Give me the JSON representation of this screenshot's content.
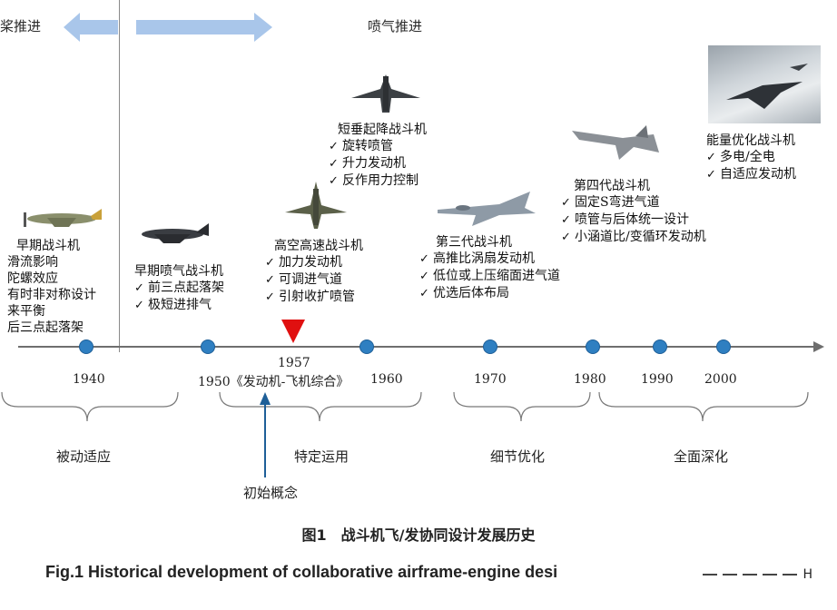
{
  "top": {
    "left_era": "桨推进",
    "right_era": "喷气推进"
  },
  "timeline": {
    "years": [
      "1940",
      "1950",
      "1957",
      "1960",
      "1970",
      "1980",
      "1990",
      "2000"
    ],
    "milestone_1950": "1950《发动机-飞机综合》"
  },
  "groups": {
    "early_fighter": {
      "title": "早期战斗机",
      "lines": [
        "滑流影响",
        "陀螺效应",
        "有时非对称设计",
        "来平衡",
        "后三点起落架"
      ]
    },
    "early_jet": {
      "title": "早期喷气战斗机",
      "items": [
        "前三点起落架",
        "极短进排气"
      ]
    },
    "high_speed": {
      "title": "高空高速战斗机",
      "items": [
        "加力发动机",
        "可调进气道",
        "引射收扩喷管"
      ]
    },
    "vtol": {
      "title": "短垂起降战斗机",
      "items": [
        "旋转喷管",
        "升力发动机",
        "反作用力控制"
      ]
    },
    "third_gen": {
      "title": "第三代战斗机",
      "items": [
        "高推比涡扇发动机",
        "低位或上压缩面进气道",
        "优选后体布局"
      ]
    },
    "fourth_gen": {
      "title": "第四代战斗机",
      "items": [
        "固定S弯进气道",
        "喷管与后体统一设计",
        "小涵道比/变循环发动机"
      ]
    },
    "energy_opt": {
      "title": "能量优化战斗机",
      "items": [
        "多电/全电",
        "自适应发动机"
      ]
    }
  },
  "stages": {
    "passive": "被动适应",
    "specific": "特定运用",
    "detail": "细节优化",
    "comprehensive": "全面深化",
    "initial": "初始概念"
  },
  "caption": {
    "zh": "图1　战斗机飞/发协同设计发展历史",
    "en": "Fig.1   Historical development of collaborative airframe-engine desi",
    "overlay_text": "H"
  },
  "colors": {
    "dot": "#2f7fc1",
    "marker": "#e01010",
    "arrow": "#a9c6ea",
    "pointer": "#1e5f98"
  }
}
